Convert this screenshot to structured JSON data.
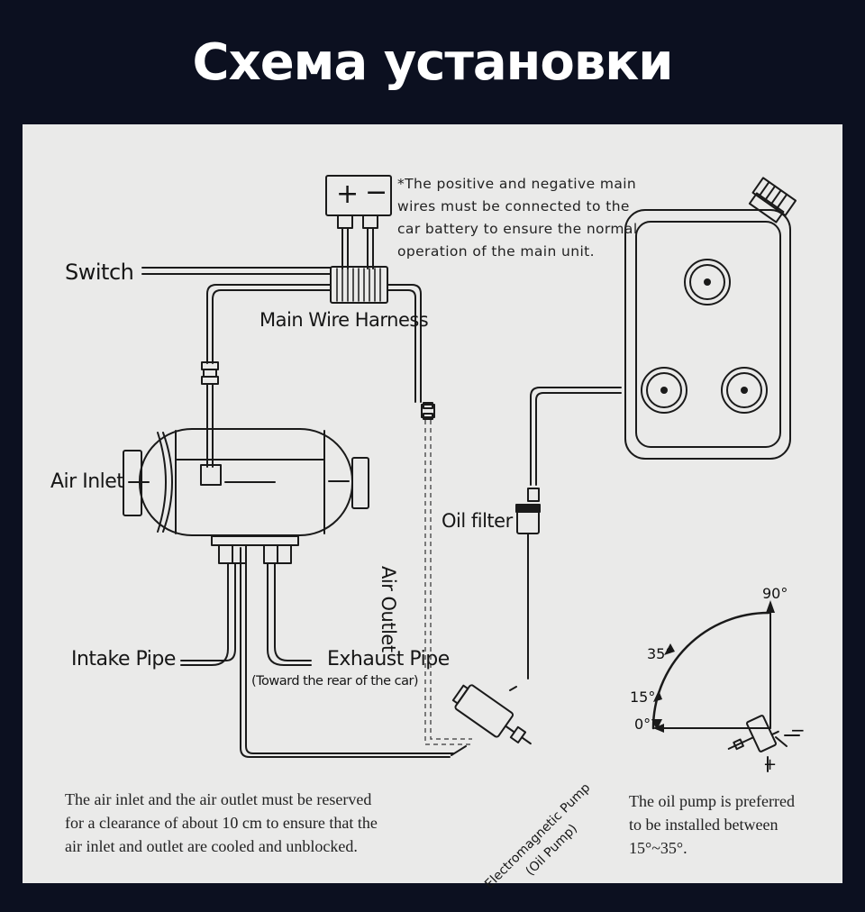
{
  "header": {
    "title": "Схема установки"
  },
  "labels": {
    "switch": "Switch",
    "main_wire_harness": "Main Wire Harness",
    "air_inlet": "Air Inlet",
    "air_outlet": "Air Outlet",
    "oil_filter": "Oil filter",
    "intake_pipe": "Intake Pipe",
    "exhaust_pipe": "Exhaust Pipe",
    "exhaust_note": "(Toward the rear of the car)",
    "pump_line1": "Electromagnetic Pump",
    "pump_line2": "(Oil Pump)",
    "battery_plus": "+",
    "battery_minus": "−",
    "pump_plus": "+",
    "pump_minus": "−"
  },
  "battery_note": [
    "*The positive and negative main",
    "wires must be connected to the",
    "car battery to ensure the normal",
    "operation of the main unit."
  ],
  "clearance_note": [
    "The air inlet and the air outlet must be reserved",
    "for a clearance of about 10 cm to ensure that the",
    "air inlet and outlet are cooled and unblocked."
  ],
  "angle_note": [
    "The oil pump is preferred",
    "to be installed between",
    "15°~35°."
  ],
  "angles": [
    "90°",
    "35°",
    "15°",
    "0°"
  ],
  "colors": {
    "header_bg": "#0c1020",
    "panel_bg": "#eaeae9",
    "ink": "#161616"
  }
}
